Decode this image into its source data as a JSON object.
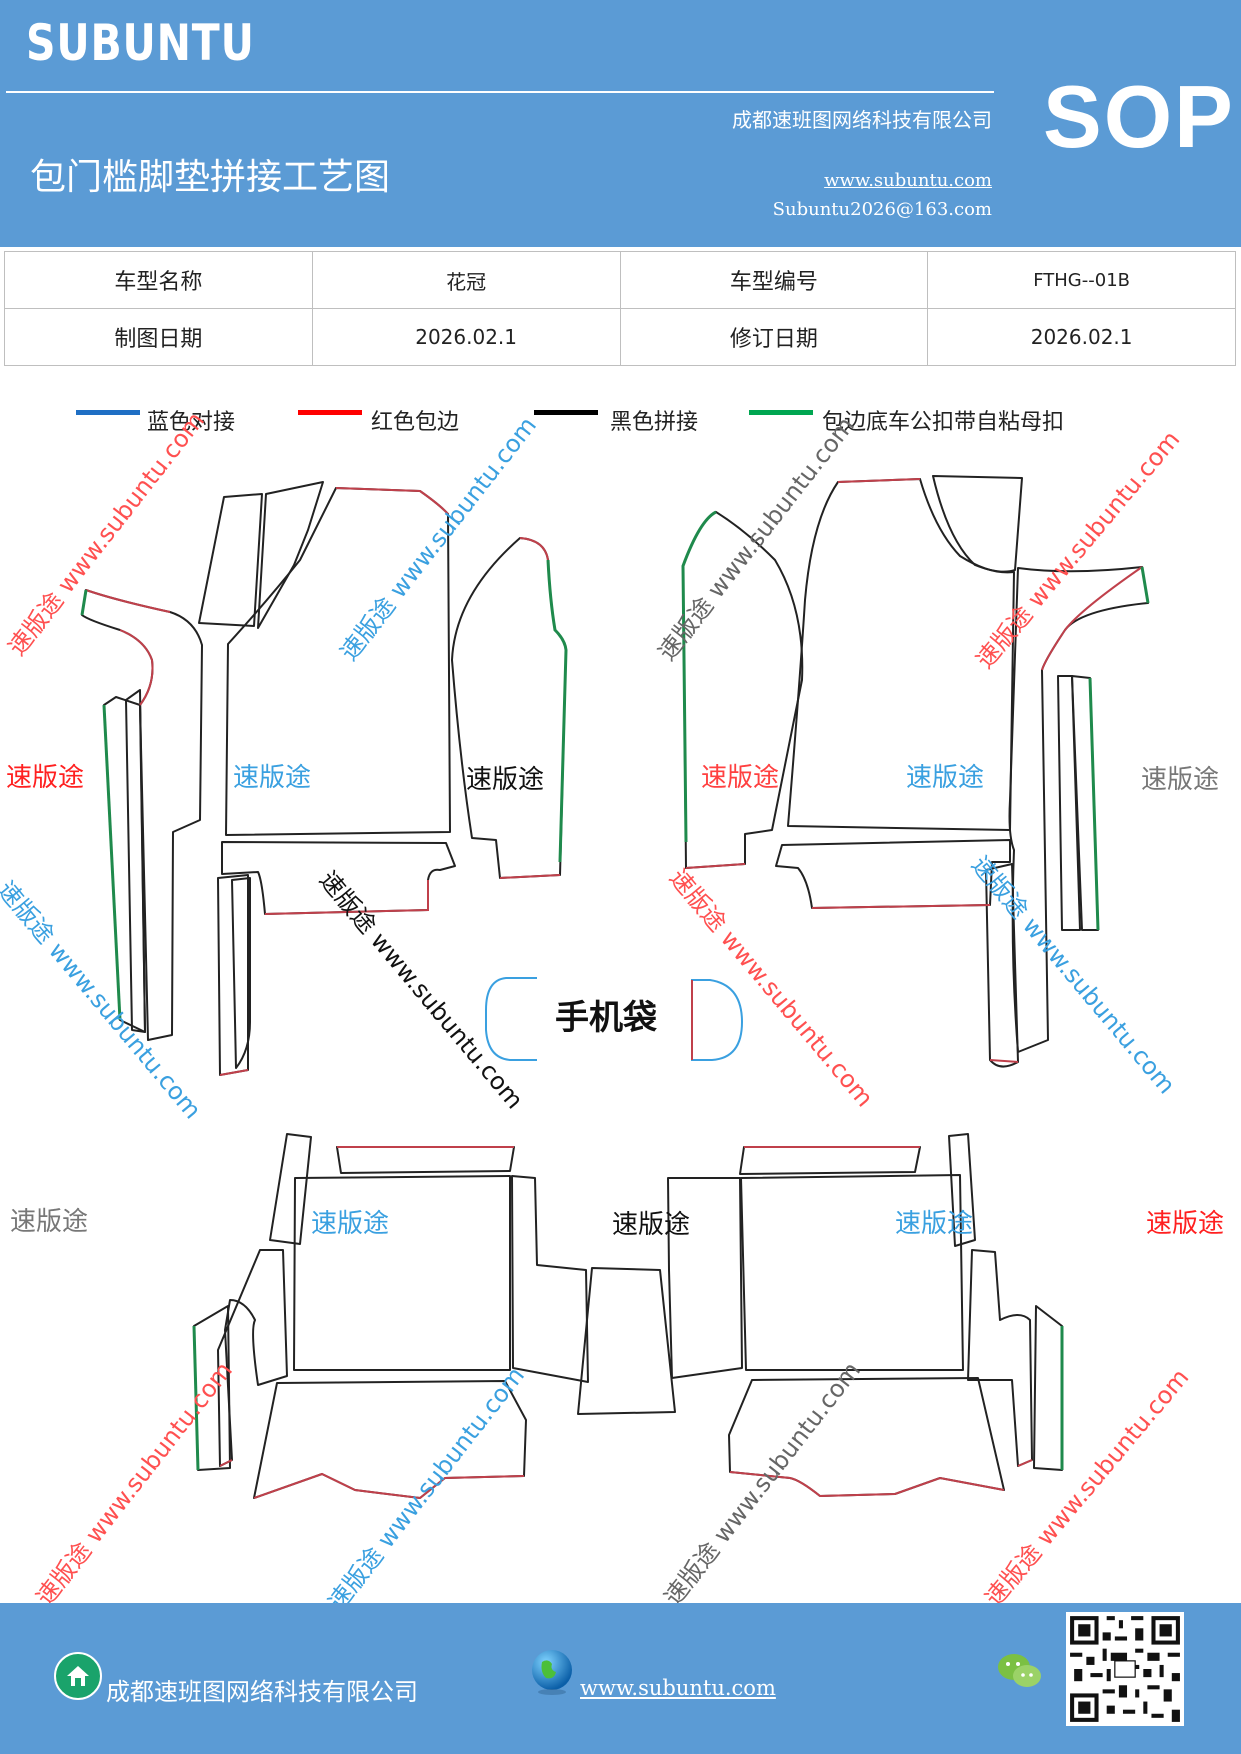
{
  "header": {
    "brand": "SUBUNTU",
    "company": "成都速班图网络科技有限公司",
    "title": "包门槛脚垫拼接工艺图",
    "website": "www.subuntu.com",
    "email": "Subuntu2026@163.com",
    "sop": "SOP"
  },
  "info_table": {
    "rows": [
      [
        "车型名称",
        "花冠",
        "车型编号",
        "FTHG--01B"
      ],
      [
        "制图日期",
        "2026.02.1",
        "修订日期",
        "2026.02.1"
      ]
    ]
  },
  "legend": [
    {
      "label": "蓝色对接",
      "color": "#1f6fc4"
    },
    {
      "label": "红色包边",
      "color": "#ff0000"
    },
    {
      "label": "黑色拼接",
      "color": "#000000"
    },
    {
      "label": "包边底车公扣带自粘母扣",
      "color": "#00a651"
    }
  ],
  "drawing": {
    "phone_bag_label": "手机袋",
    "piece_text": "速版途",
    "watermark_text": "速版途 www.subuntu.com"
  },
  "colors": {
    "header_blue": "#5b9bd5",
    "edge_red": "#c0404b",
    "edge_green": "#1f8a4c",
    "edge_blue": "#1f6fc4",
    "wm_red": "#ff4040",
    "wm_blue": "#3aa0e0",
    "wm_gray": "#777777"
  },
  "footer": {
    "company": "成都速班图网络科技有限公司",
    "website": "www.subuntu.com",
    "icons": [
      "home-icon",
      "globe-icon",
      "wechat-icon",
      "qr-code"
    ]
  }
}
